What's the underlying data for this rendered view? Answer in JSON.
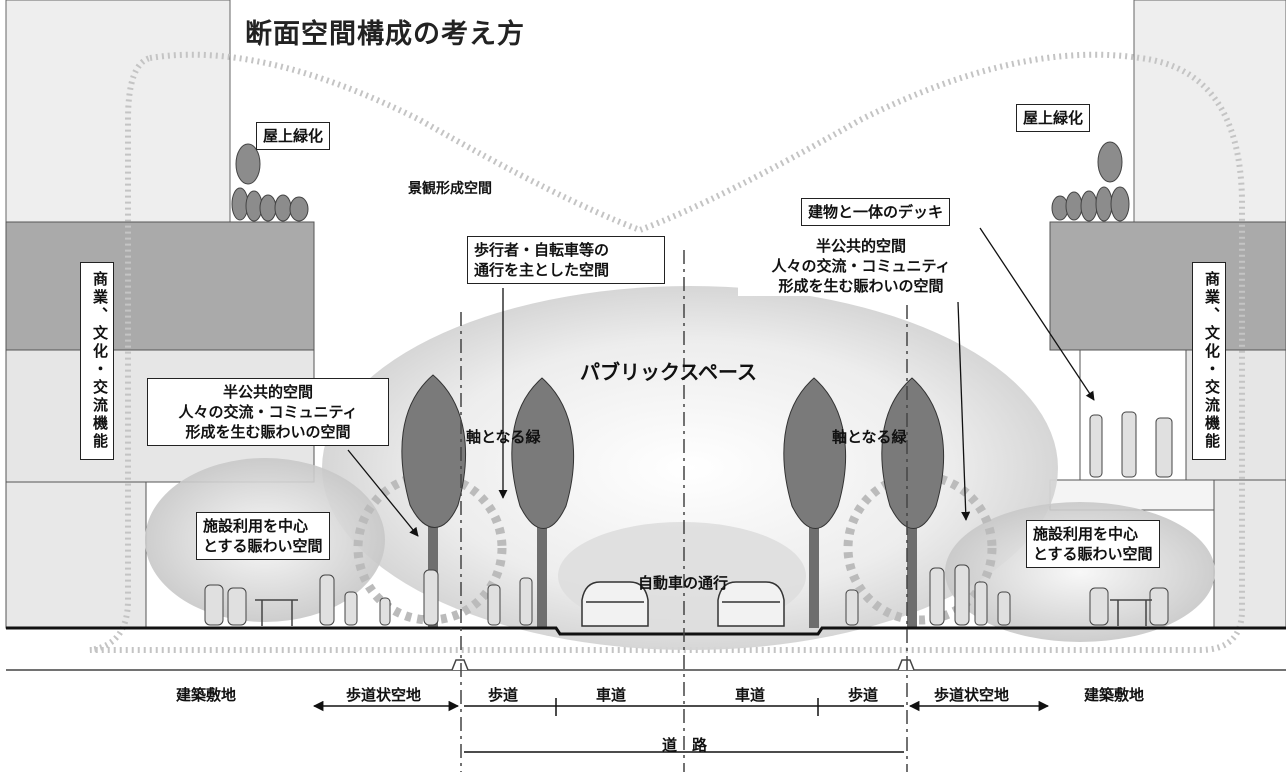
{
  "title": "断面空間構成の考え方",
  "labels": {
    "rooftop_left": "屋上緑化",
    "rooftop_right": "屋上緑化",
    "landscape": "景観形成空間",
    "pedestrian_box": [
      "歩行者・自転車等の",
      "通行を主とした空間"
    ],
    "semi_public_right": [
      "半公共的空間",
      "人々の交流・コミュニティ",
      "形成を生む賑わいの空間"
    ],
    "semi_public_left": [
      "半公共的空間",
      "人々の交流・コミュニティ",
      "形成を生む賑わいの空間"
    ],
    "deck": "建物と一体のデッキ",
    "public_space": "パブリックスペース",
    "axis_green_left": "軸となる緑",
    "axis_green_right": "軸となる緑",
    "car_traffic": "自動車の通行",
    "facility_left": [
      "施設利用を中心",
      "とする賑わい空間"
    ],
    "facility_right": [
      "施設利用を中心",
      "とする賑わい空間"
    ],
    "function_left": "商業、文化・交流機能",
    "function_right": "商業、文化・交流機能"
  },
  "axis": {
    "building_left": "建築敷地",
    "sidewalk_space_left": "歩道状空地",
    "sidewalk_left": "歩道",
    "roadway_left": "車道",
    "roadway_right": "車道",
    "sidewalk_right": "歩道",
    "sidewalk_space_right": "歩道状空地",
    "building_right": "建築敷地",
    "road": "道　路"
  },
  "colors": {
    "building_light": "#eeeeee",
    "building_dark": "#aaaaaa",
    "ground": "#111111",
    "ellipse": "#d6d6d6",
    "tree": "#7a7a7a",
    "dotted": "#c4c4c4"
  }
}
